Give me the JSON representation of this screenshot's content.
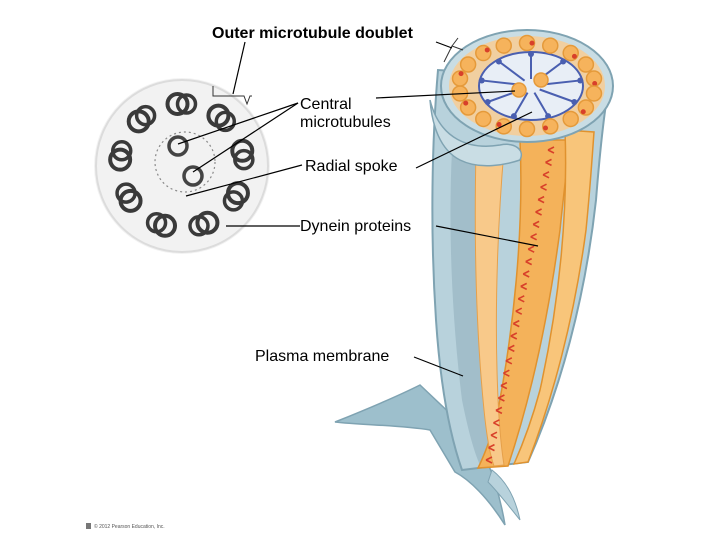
{
  "labels": {
    "outer_doublet": "Outer microtubule doublet",
    "central_line1": "Central",
    "central_line2": "microtubules",
    "radial_spoke": "Radial spoke",
    "dynein": "Dynein proteins",
    "membrane": "Plasma membrane"
  },
  "copyright": "© 2012 Pearson Education, Inc.",
  "colors": {
    "membrane": "#a9c7d2",
    "membrane_dark": "#7fa3b2",
    "tubule_fill": "#f6b35c",
    "tubule_ring": "#e59a3a",
    "dynein": "#d8402a",
    "spoke": "#4a5fb0",
    "micrograph": "#3a3a3a"
  }
}
